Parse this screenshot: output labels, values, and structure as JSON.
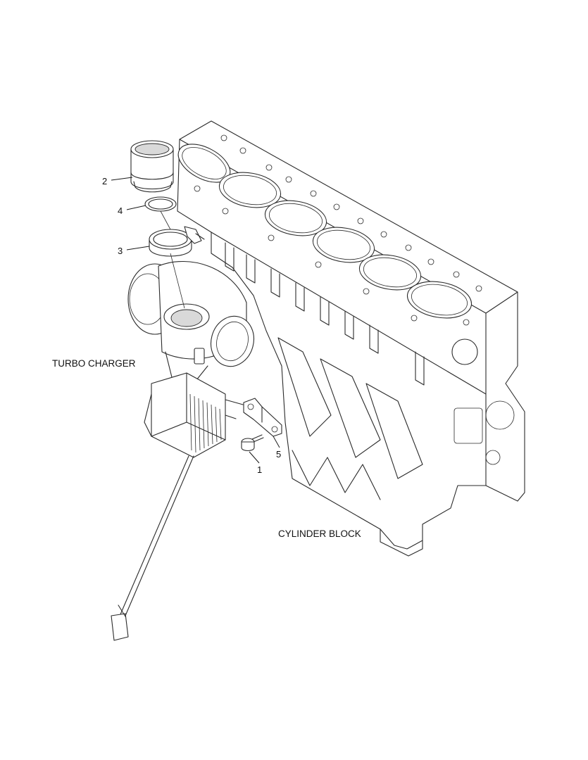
{
  "labels": {
    "turbo_charger": "TURBO CHARGER",
    "cylinder_block": "CYLINDER BLOCK"
  },
  "callouts": [
    "1",
    "2",
    "3",
    "4",
    "5"
  ]
}
